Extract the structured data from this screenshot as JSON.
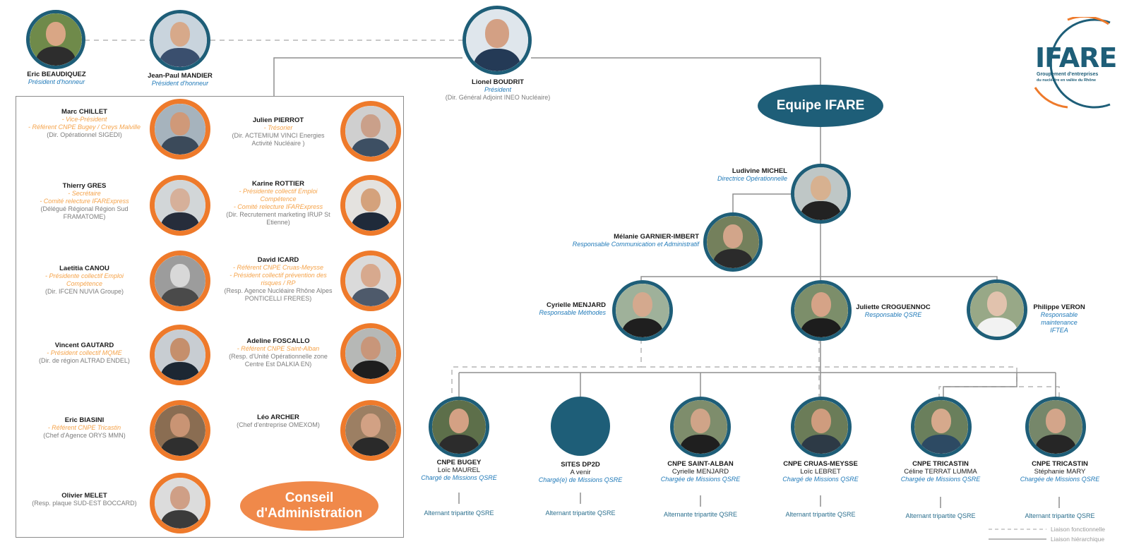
{
  "honorary": [
    {
      "name": "Eric BEAUDIQUEZ",
      "role": "Président d'honneur"
    },
    {
      "name": "Jean-Paul MANDIER",
      "role": "Président d'honneur"
    }
  ],
  "president": {
    "name": "Lionel BOUDRIT",
    "role": "Président",
    "desc": "(Dir. Général Adjoint INEO Nucléaire)"
  },
  "logo": {
    "text": "IFARE",
    "line1": "Groupement d'entreprises",
    "line2": "du nucléaire en vallée du Rhône"
  },
  "board": {
    "label_line1": "Conseil",
    "label_line2": "d'Administration",
    "left": [
      {
        "name": "Marc CHILLET",
        "roles": [
          "- Vice-Président",
          "- Référent CNPE Bugey / Creys Malville"
        ],
        "desc": [
          "(Dir. Opérationnel SIGEDI)"
        ]
      },
      {
        "name": "Thierry GRES",
        "roles": [
          "- Secrétaire",
          "- Comité relecture IFARExpress"
        ],
        "desc": [
          "(Délégué Régional Région Sud",
          "FRAMATOME)"
        ]
      },
      {
        "name": "Laetitia CANOU",
        "roles": [
          "- Présidente collectif Emploi",
          "Compétence"
        ],
        "desc": [
          "(Dir. IFCEN NUVIA Groupe)"
        ]
      },
      {
        "name": "Vincent GAUTARD",
        "roles": [
          "- Président collectif MQME"
        ],
        "desc": [
          "(Dir. de région ALTRAD ENDEL)"
        ]
      },
      {
        "name": "Eric BIASINI",
        "roles": [
          "- Référent CNPE Tricastin"
        ],
        "desc": [
          "(Chef d'Agence ORYS MMN)"
        ]
      },
      {
        "name": "Olivier MELET",
        "roles": [],
        "desc": [
          "(Resp. plaque SUD-EST BOCCARD)"
        ]
      }
    ],
    "right": [
      {
        "name": "Julien PIERROT",
        "roles": [
          "- Trésorier"
        ],
        "desc": [
          "(Dir. ACTEMIUM VINCI Energies",
          "Activité Nucléaire )"
        ]
      },
      {
        "name": "Karine ROTTIER",
        "roles": [
          "- Présidente collectif Emploi",
          "Compétence",
          "- Comité relecture IFARExpress"
        ],
        "desc": [
          "(Dir. Recrutement marketing IRUP St",
          "Etienne)"
        ]
      },
      {
        "name": "David ICARD",
        "roles": [
          "- Référent CNPE Cruas-Meysse",
          "- Président collectif prévention des",
          "risques / RP"
        ],
        "desc": [
          "(Resp. Agence Nucléaire Rhône Alpes",
          "PONTICELLI FRERES)"
        ]
      },
      {
        "name": "Adeline FOSCALLO",
        "roles": [
          "- Référent CNPE Saint-Alban"
        ],
        "desc": [
          "(Resp. d'Unité Opérationnelle zone",
          "Centre Est DALKIA EN)"
        ]
      },
      {
        "name": "Léo ARCHER",
        "roles": [],
        "desc": [
          "(Chef d'entreprise OMEXOM)"
        ]
      }
    ]
  },
  "team": {
    "label": "Equipe IFARE",
    "ludivine": {
      "name": "Ludivine MICHEL",
      "role": "Directrice Opérationnelle"
    },
    "melanie": {
      "name": "Mélanie GARNIER-IMBERT",
      "role": "Responsable Communication et Administratif"
    },
    "cyrielle": {
      "name": "Cyrielle MENJARD",
      "role": "Responsable Méthodes"
    },
    "juliette": {
      "name": "Juliette CROGUENNOC",
      "role": "Responsable QSRE"
    },
    "philippe": {
      "name": "Philippe VERON",
      "role_lines": [
        "Responsable",
        "maintenance",
        "IFTEA"
      ]
    }
  },
  "sites": [
    {
      "site": "CNPE BUGEY",
      "name": "Loïc MAUREL",
      "role": "Chargé de Missions QSRE",
      "alt": "Alternant tripartite QSRE"
    },
    {
      "site": "SITES DP2D",
      "name": "A venir",
      "role": "Chargé(e) de Missions QSRE",
      "alt": "Alternant tripartite QSRE"
    },
    {
      "site": "CNPE SAINT-ALBAN",
      "name": "Cyrielle MENJARD",
      "role": "Chargée de Missions QSRE",
      "alt": "Alternante tripartite QSRE"
    },
    {
      "site": "CNPE CRUAS-MEYSSE",
      "name": "Loïc LEBRET",
      "role": "Chargé de Missions QSRE",
      "alt": "Alternant tripartite QSRE"
    },
    {
      "site": "CNPE TRICASTIN",
      "name": "Céline TERRAT LUMMA",
      "role": "Chargée de Missions QSRE",
      "alt": "Alternant tripartite QSRE"
    },
    {
      "site": "CNPE TRICASTIN",
      "name": "Stéphanie MARY",
      "role": "Chargée de Missions QSRE",
      "alt": "Alternant tripartite QSRE"
    }
  ],
  "legend": {
    "functional": "Liaison fonctionnelle",
    "hierarchical": "Liaison hiérarchique"
  },
  "colors": {
    "teal": "#1e5e78",
    "orange": "#ee7a2b",
    "blue_text": "#1f79b8",
    "orange_text": "#f5a34a",
    "pill_orange": "#f0894a"
  }
}
